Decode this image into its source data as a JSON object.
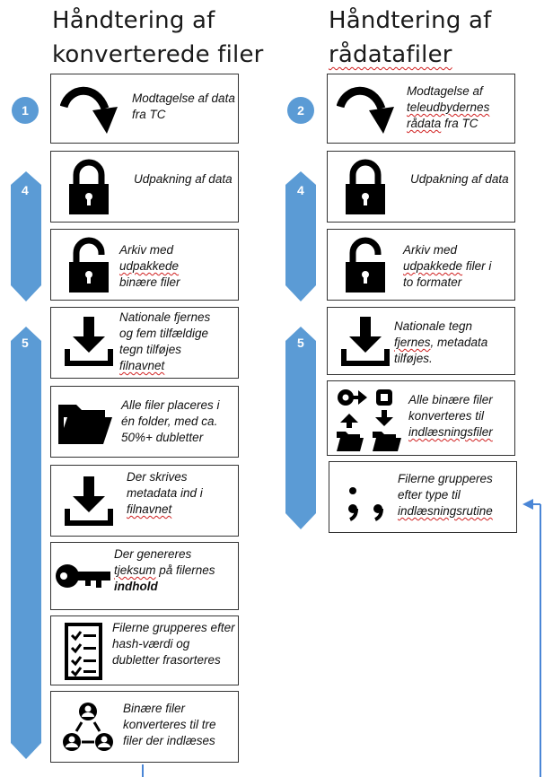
{
  "columns": {
    "left": {
      "title_line1": "Håndtering af",
      "title_line2": "konverterede filer",
      "badge": "1",
      "bar_numbers": [
        "4",
        "5"
      ],
      "steps": [
        {
          "text": "Modtagelse af data fra TC",
          "icon": "curved-arrow-icon"
        },
        {
          "text": "Udpakning af data",
          "icon": "lock-icon"
        },
        {
          "text": "Arkiv med udpakkede binære filer",
          "icon": "unlock-icon"
        },
        {
          "text": "Nationale fjernes og fem tilfældige tegn tilføjes filnavnet",
          "icon": "download-icon"
        },
        {
          "text": "Alle filer placeres i én folder, med ca. 50%+ dubletter",
          "icon": "folder-icon"
        },
        {
          "text": "Der skrives metadata ind i filnavnet",
          "icon": "download-icon"
        },
        {
          "text_before_bold": "Der genereres tjeksum på filernes ",
          "text_bold": "indhold",
          "icon": "key-icon"
        },
        {
          "text": "Filerne grupperes efter hash-værdi og dubletter frasorteres",
          "icon": "checklist-icon"
        },
        {
          "text": "Binære filer konverteres til tre filer der indlæses",
          "icon": "users-network-icon"
        }
      ]
    },
    "right": {
      "title_line1": "Håndtering af",
      "title_line2": "rådatafiler",
      "badge": "2",
      "bar_numbers": [
        "4",
        "5"
      ],
      "steps": [
        {
          "text": "Modtagelse af teleudbydernes rådata fra TC",
          "icon": "curved-arrow-icon"
        },
        {
          "text": "Udpakning af data",
          "icon": "lock-icon"
        },
        {
          "text": "Arkiv med udpakkede filer i to formater",
          "icon": "unlock-icon"
        },
        {
          "text": "Nationale tegn fjernes, metadata tilføjes.",
          "icon": "download-icon"
        },
        {
          "text": "Alle binære filer konverteres til indlæsningsfiler",
          "icon": "convert-icon"
        },
        {
          "text": "Filerne grupperes efter type til indlæsningsrutine",
          "icon": "semicolon-icon"
        }
      ]
    }
  },
  "colors": {
    "accent": "#5b9bd5",
    "connector": "#4a86d6",
    "border": "#333333"
  }
}
